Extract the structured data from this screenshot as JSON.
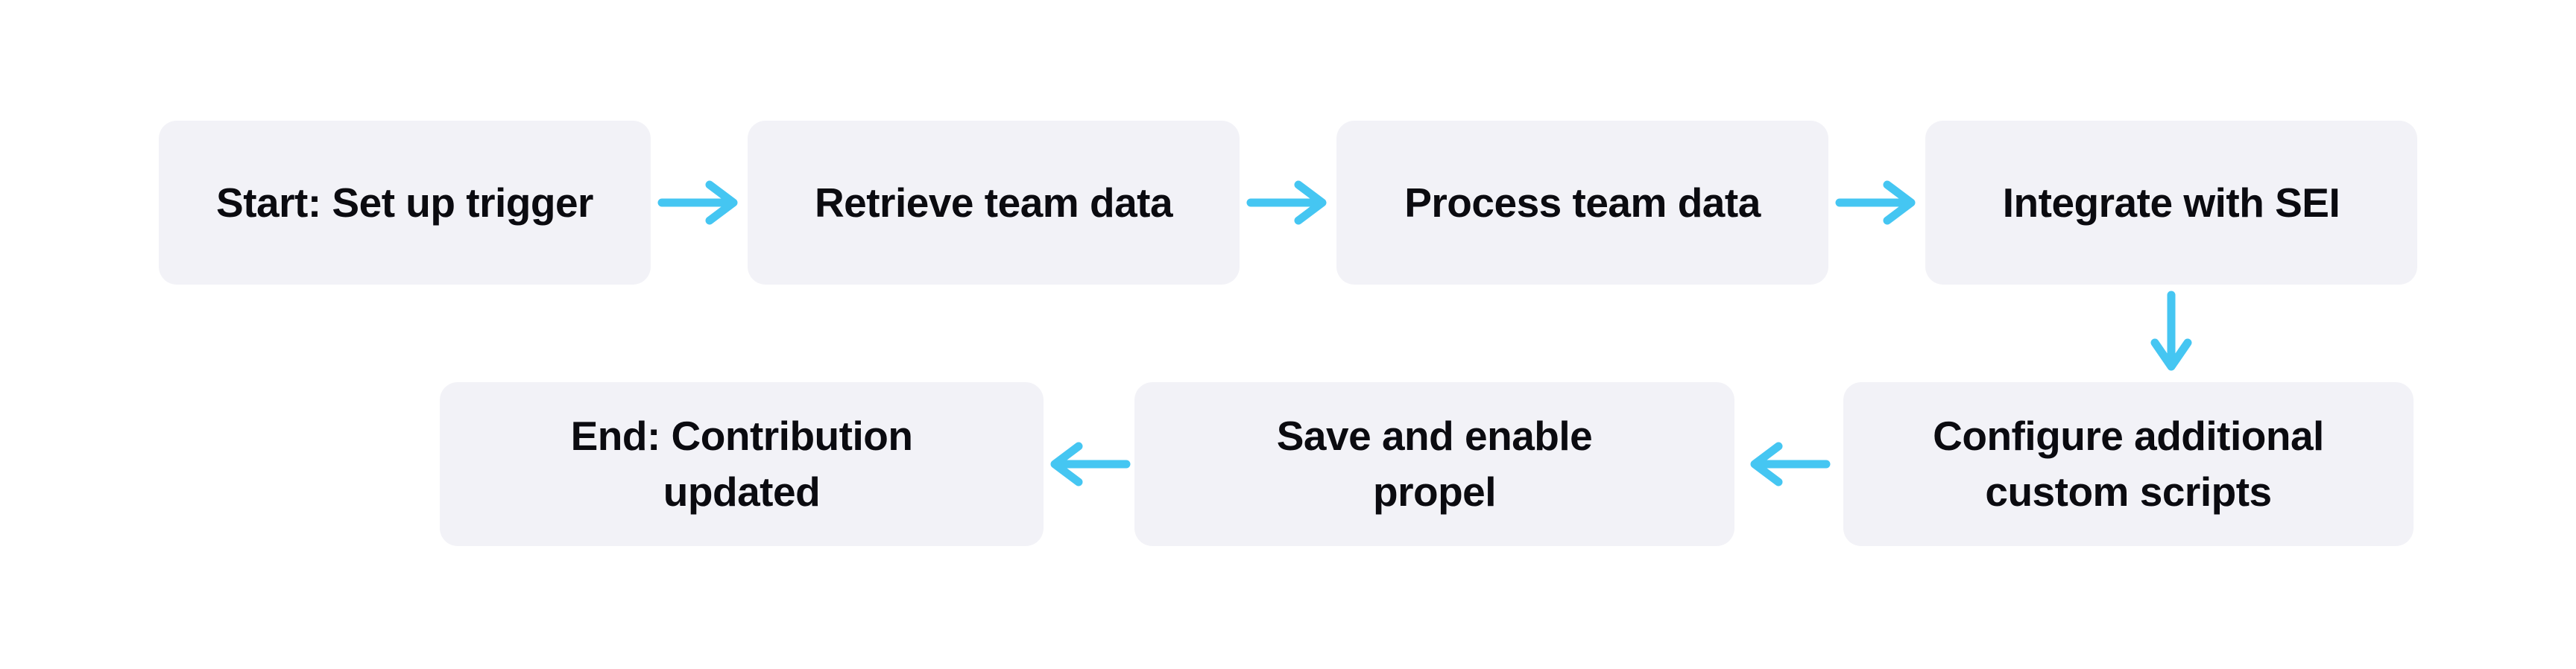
{
  "diagram": {
    "type": "flowchart",
    "colors": {
      "background": "#ffffff",
      "node_fill": "#f2f2f7",
      "arrow": "#45c6f2",
      "text": "#0b0b10"
    },
    "nodes": {
      "start": {
        "label": "Start: Set up trigger"
      },
      "retrieve": {
        "label": "Retrieve team data"
      },
      "process": {
        "label": "Process team data"
      },
      "integrate": {
        "label": "Integrate with SEI"
      },
      "configure": {
        "label": "Configure additional\ncustom scripts"
      },
      "save": {
        "label": "Save and enable\npropel"
      },
      "end": {
        "label": "End: Contribution\nupdated"
      }
    },
    "edges": [
      {
        "from": "start",
        "to": "retrieve",
        "direction": "right"
      },
      {
        "from": "retrieve",
        "to": "process",
        "direction": "right"
      },
      {
        "from": "process",
        "to": "integrate",
        "direction": "right"
      },
      {
        "from": "integrate",
        "to": "configure",
        "direction": "down"
      },
      {
        "from": "configure",
        "to": "save",
        "direction": "left"
      },
      {
        "from": "save",
        "to": "end",
        "direction": "left"
      }
    ]
  }
}
